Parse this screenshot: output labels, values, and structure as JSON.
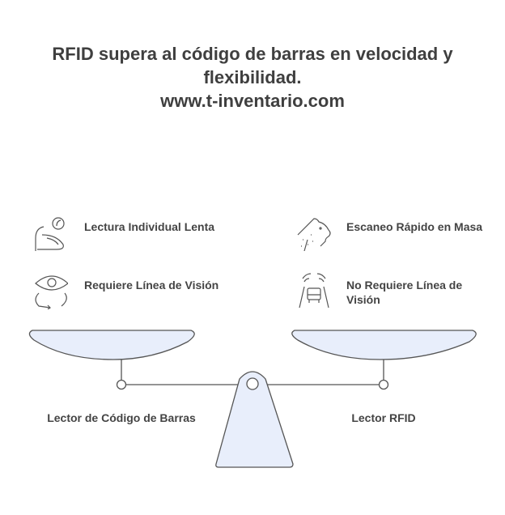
{
  "title": {
    "line1": "RFID supera al código de barras en velocidad y",
    "line2": "flexibilidad.",
    "line3": "www.t-inventario.com"
  },
  "left": {
    "label": "Lector de Código de Barras",
    "items": [
      {
        "text": "Lectura Individual Lenta",
        "icon": "snail-icon"
      },
      {
        "text": "Requiere Línea de Visión",
        "icon": "eye-icon"
      }
    ]
  },
  "right": {
    "label": "Lector RFID",
    "items": [
      {
        "text": "Escaneo Rápido en Masa",
        "icon": "cheetah-icon"
      },
      {
        "text": "No Requiere Línea de Visión",
        "icon": "car-signal-icon"
      }
    ]
  },
  "colors": {
    "pan": "#e8eefb",
    "stroke": "#555555"
  }
}
